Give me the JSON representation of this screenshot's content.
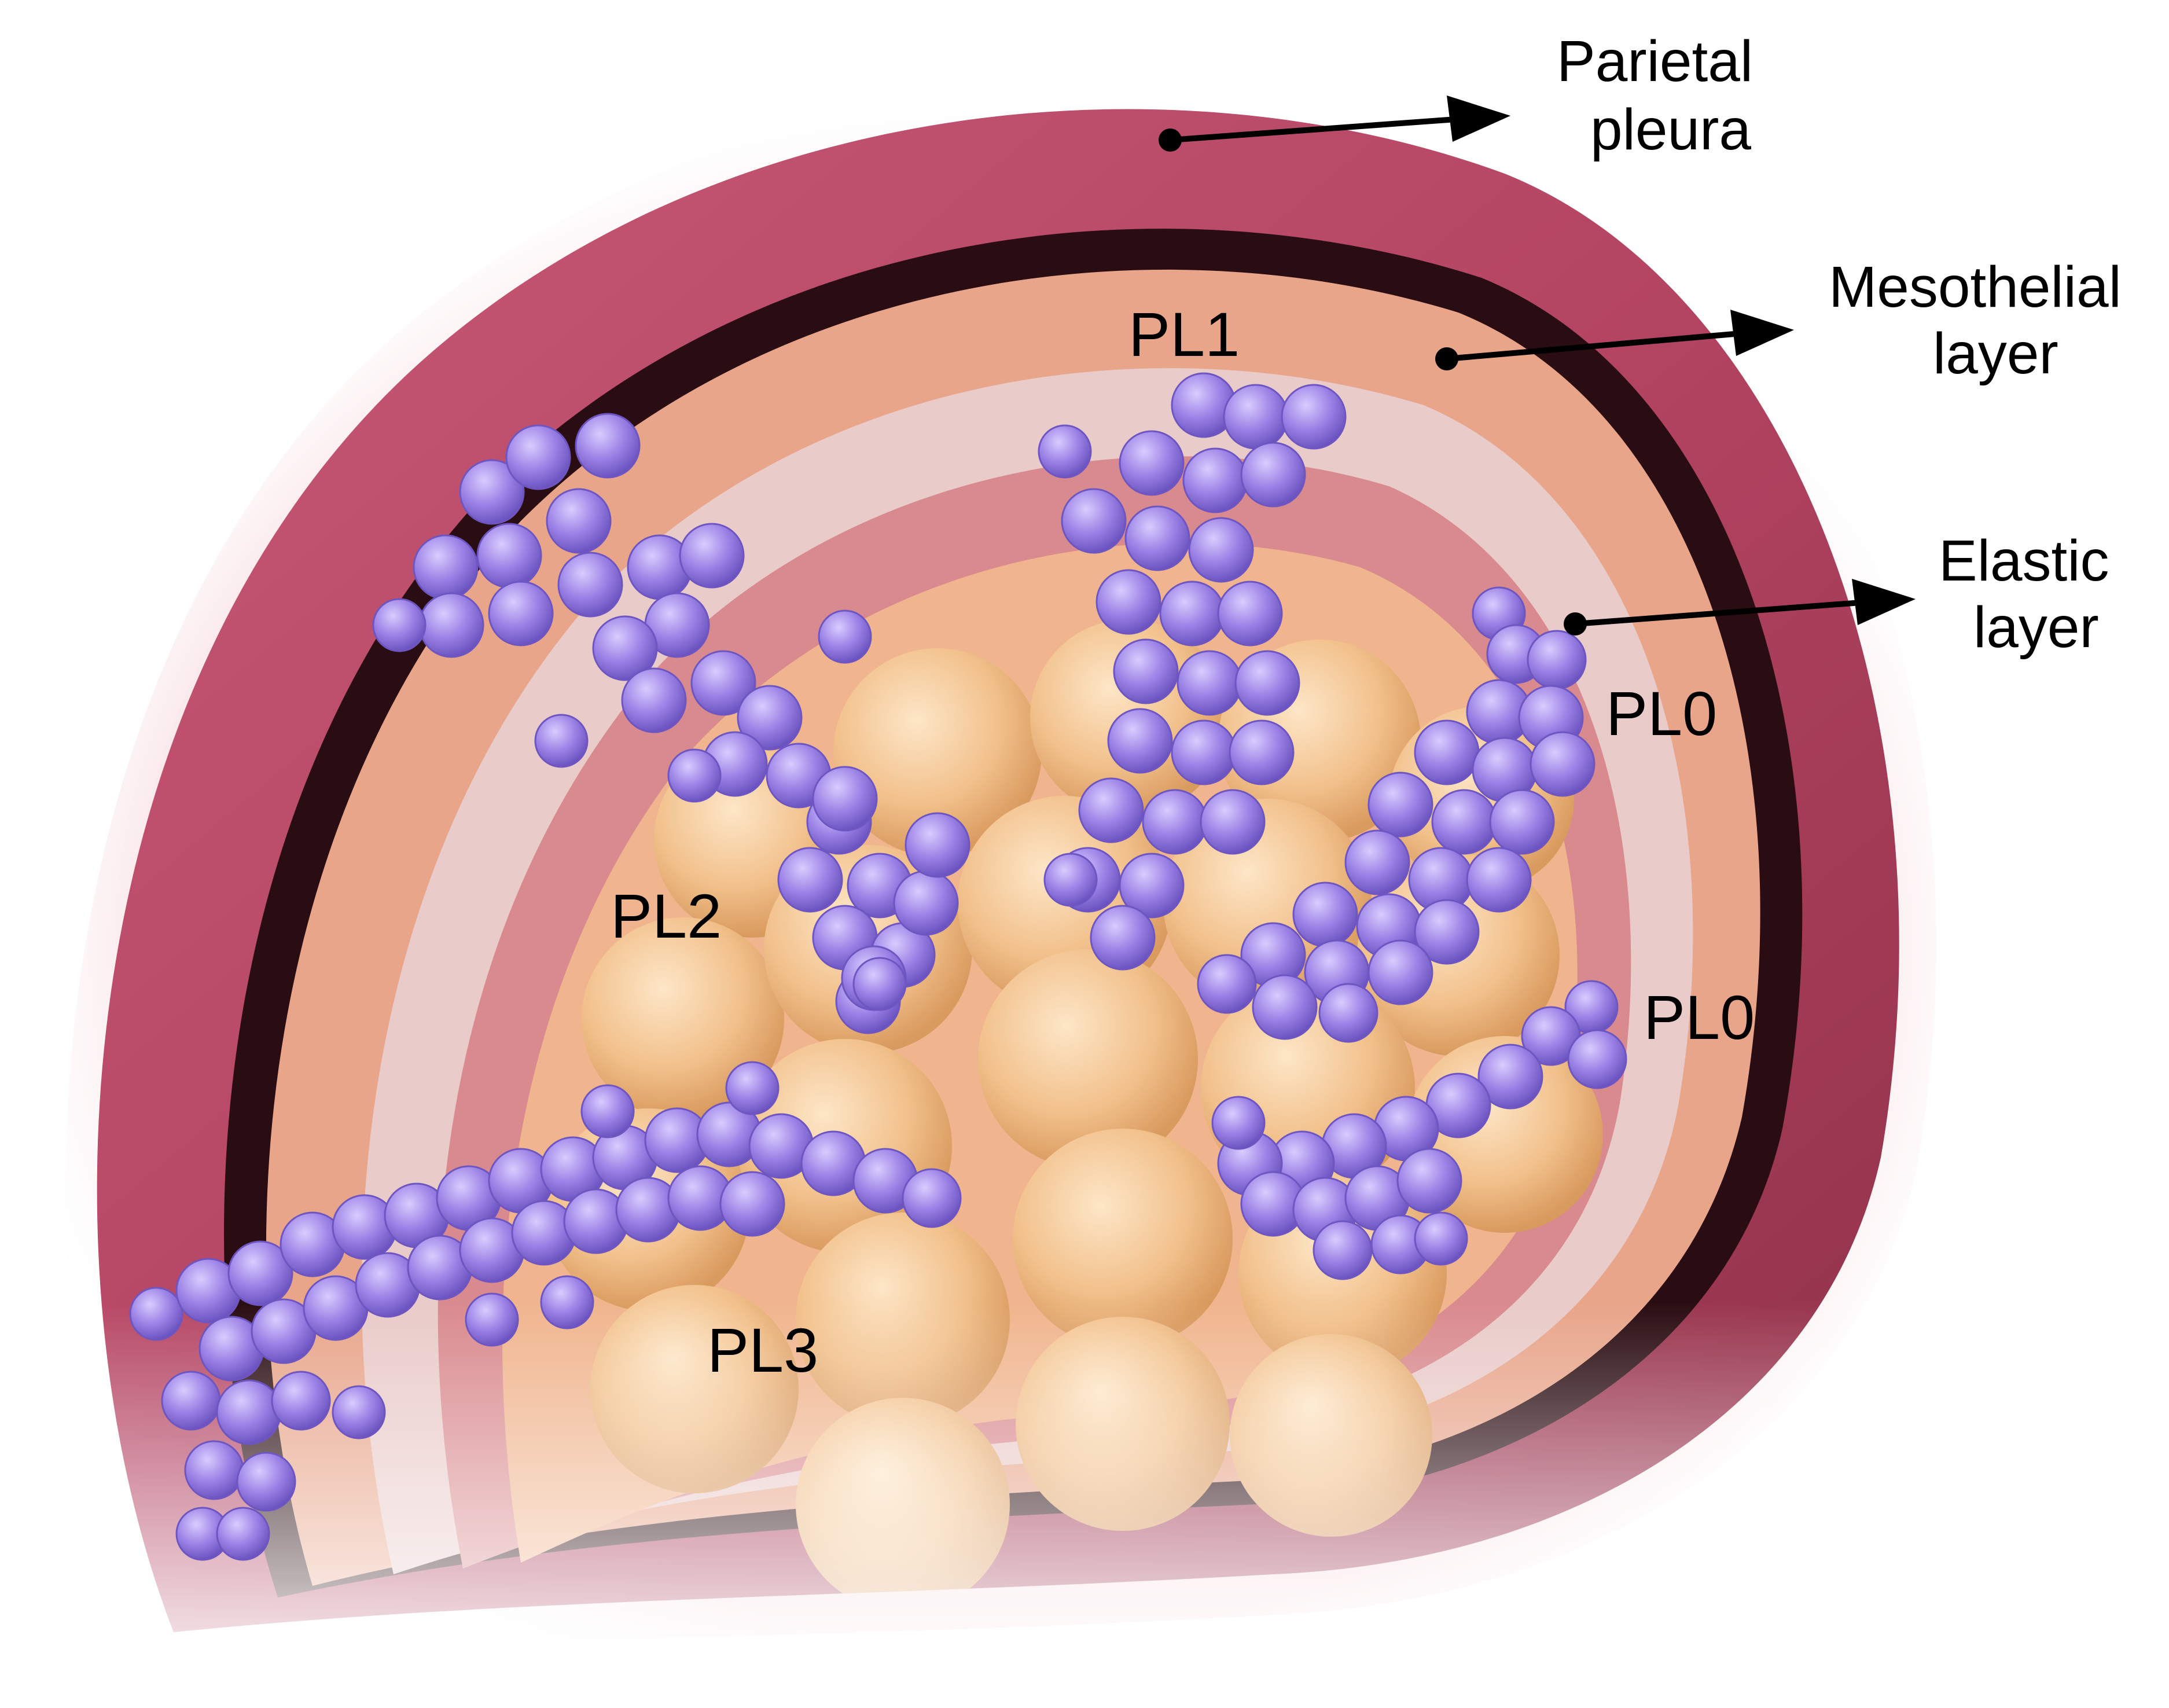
{
  "labels": {
    "parietal_line1": "Parietal",
    "parietal_line2": "pleura",
    "mesothelial_line1": "Mesothelial",
    "mesothelial_line2": "layer",
    "elastic_line1": "Elastic",
    "elastic_line2": "layer",
    "pl1": "PL1",
    "pl2": "PL2",
    "pl3": "PL3",
    "pl0_upper": "PL0",
    "pl0_lower": "PL0"
  },
  "colors": {
    "parietal": "#b84a68",
    "parietal_dark": "#7e2a40",
    "cavity": "#2a0d12",
    "mesothelial": "#e8a58a",
    "elastic_band": "#e9cbc9",
    "pink_band": "#d98a8e",
    "lung_cells": "#f3c594",
    "tumor": "#9b82e6",
    "tumor_dark": "#6d56c2"
  }
}
